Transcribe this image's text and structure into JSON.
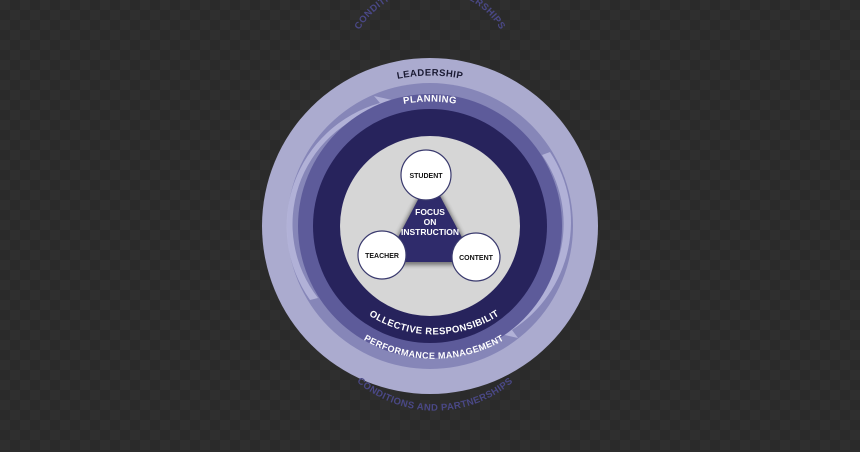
{
  "diagram": {
    "outer_top_label": "CONDITIONS AND PARTNERSHIPS",
    "outer_bottom_label": "CONDITIONS AND PARTNERSHIPS",
    "ring_leadership": "LEADERSHIP",
    "ring_planning": "PLANNING",
    "ring_collective": "COLLECTIVE RESPONSIBILITY",
    "ring_performance": "PERFORMANCE MANAGEMENT",
    "center": {
      "line1": "FOCUS",
      "line2": "ON",
      "line3": "INSTRUCTION"
    },
    "nodes": {
      "student": "STUDENT",
      "teacher": "TEACHER",
      "content": "CONTENT"
    }
  },
  "colors": {
    "outer_ring": "#ababcf",
    "leadership_ring": "#8686b8",
    "planning_ring": "#5d5b9a",
    "core_ring": "#27235c",
    "inner_disc": "#d6d6d6",
    "triangle": "#2f2b6b",
    "label_text": "#4a4886",
    "light_text": "#ffffff",
    "dark_text": "#1a1a33"
  }
}
